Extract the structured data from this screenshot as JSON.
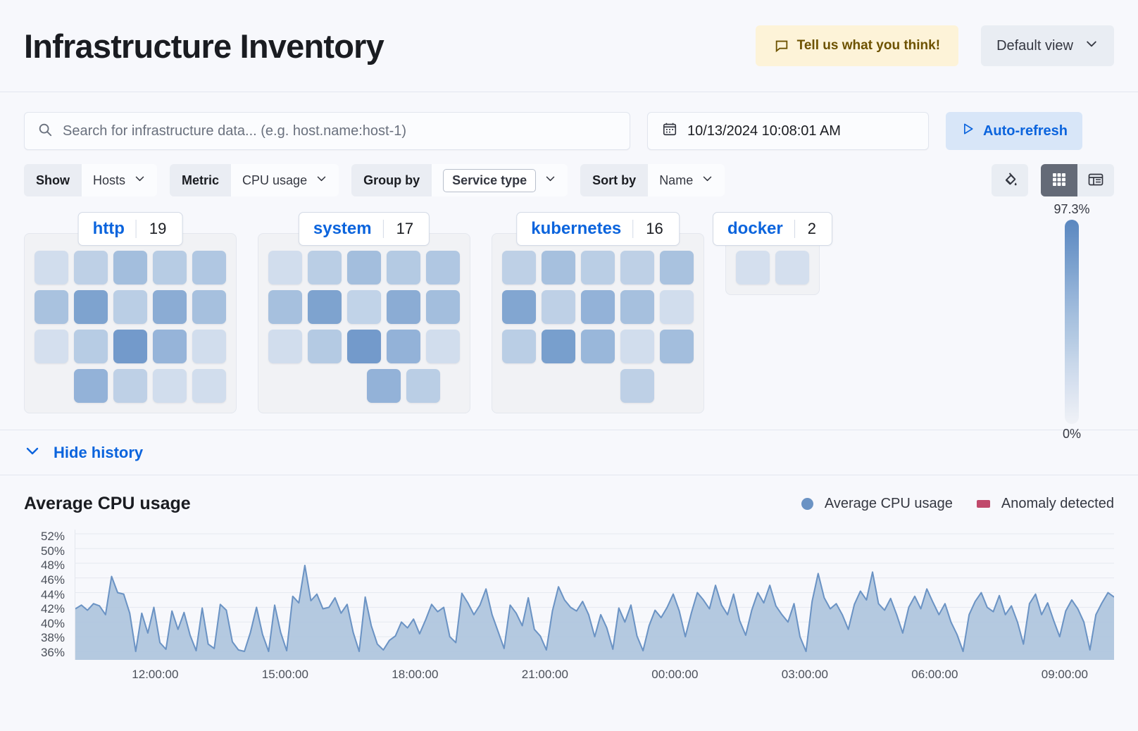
{
  "header": {
    "title": "Infrastructure Inventory",
    "feedback_label": "Tell us what you think!",
    "feedback_icon": "comment-icon",
    "view_label": "Default view",
    "view_icon": "chevron-down-icon"
  },
  "search": {
    "placeholder": "Search for infrastructure data... (e.g. host.name:host-1)",
    "value": "",
    "icon": "search-icon"
  },
  "datepicker": {
    "value": "10/13/2024 10:08:01 AM",
    "icon": "calendar-icon"
  },
  "autorefresh": {
    "label": "Auto-refresh",
    "icon": "play-icon"
  },
  "filters": [
    {
      "label": "Show",
      "value": "Hosts",
      "boxed": false
    },
    {
      "label": "Metric",
      "value": "CPU usage",
      "boxed": false
    },
    {
      "label": "Group by",
      "value": "Service type",
      "boxed": true
    },
    {
      "label": "Sort by",
      "value": "Name",
      "boxed": false
    }
  ],
  "toolbar": {
    "palette_icon": "color-fill-icon",
    "grid_view_icon": "grid-view-icon",
    "table_view_icon": "table-view-icon",
    "active_view": "grid"
  },
  "legend_scale": {
    "max": "97.3%",
    "min": "0%"
  },
  "history": {
    "toggle_label": "Hide history",
    "toggle_icon": "chevron-down-icon"
  },
  "heatmap": {
    "groups": [
      {
        "name": "http",
        "count": "19",
        "rows": [
          [
            0.22,
            0.36,
            0.52,
            0.4,
            0.44
          ],
          [
            0.48,
            0.72,
            0.38,
            0.66,
            0.5
          ],
          [
            0.2,
            0.4,
            0.8,
            0.6,
            0.22
          ],
          [
            0.62,
            0.36,
            0.22,
            0.22
          ]
        ],
        "row_offsets": [
          0,
          0,
          0,
          1
        ]
      },
      {
        "name": "system",
        "count": "17",
        "rows": [
          [
            0.22,
            0.38,
            0.52,
            0.42,
            0.44
          ],
          [
            0.5,
            0.72,
            0.34,
            0.66,
            0.52
          ],
          [
            0.22,
            0.42,
            0.8,
            0.62,
            0.22
          ],
          [
            0.62,
            0.38
          ]
        ],
        "row_offsets": [
          0,
          0,
          0,
          2
        ]
      },
      {
        "name": "kubernetes",
        "count": "16",
        "rows": [
          [
            0.36,
            0.5,
            0.38,
            0.36,
            0.48
          ],
          [
            0.7,
            0.36,
            0.62,
            0.5,
            0.22
          ],
          [
            0.38,
            0.76,
            0.58,
            0.22,
            0.52
          ],
          [
            0.36
          ]
        ],
        "row_offsets": [
          0,
          0,
          0,
          2
        ]
      },
      {
        "name": "docker",
        "count": "2",
        "rows": [
          [
            0.2,
            0.2
          ]
        ],
        "row_offsets": [
          0
        ]
      }
    ]
  },
  "chart_data": {
    "type": "area",
    "title": "Average CPU usage",
    "xlabel": "",
    "ylabel": "",
    "grid": true,
    "legend_position": "top-right",
    "legend": [
      {
        "name": "Average CPU usage",
        "color": "#6b93c4",
        "marker": "circle"
      },
      {
        "name": "Anomaly detected",
        "color": "#c0496b",
        "marker": "square"
      }
    ],
    "yticks": [
      "52%",
      "50%",
      "48%",
      "46%",
      "44%",
      "42%",
      "40%",
      "38%",
      "36%"
    ],
    "ylim": [
      35,
      53
    ],
    "xticks": [
      "12:00:00",
      "15:00:00",
      "18:00:00",
      "21:00:00",
      "00:00:00",
      "03:00:00",
      "06:00:00",
      "09:00:00"
    ],
    "series": [
      {
        "name": "Average CPU usage",
        "color": "#6b93c4",
        "fill": "#aec4dd",
        "values": [
          41.8,
          42.3,
          41.6,
          42.5,
          42.2,
          41.0,
          46.2,
          44.0,
          43.8,
          41.2,
          36.0,
          41.2,
          38.5,
          42.0,
          37.2,
          36.3,
          41.5,
          39.0,
          41.3,
          38.2,
          36.1,
          41.9,
          37.0,
          36.4,
          42.4,
          41.6,
          37.3,
          36.2,
          36.0,
          38.6,
          42.0,
          38.3,
          36.0,
          42.3,
          38.6,
          36.1,
          43.5,
          42.6,
          47.7,
          42.9,
          43.8,
          41.8,
          42.0,
          43.3,
          41.2,
          42.4,
          38.6,
          36.0,
          43.4,
          39.5,
          37.0,
          36.2,
          37.5,
          38.1,
          40.0,
          39.2,
          40.4,
          38.4,
          40.3,
          42.4,
          41.4,
          42.0,
          38.0,
          37.2,
          43.9,
          42.6,
          41.0,
          42.3,
          44.5,
          41.0,
          38.7,
          36.4,
          42.3,
          41.2,
          39.5,
          43.3,
          39.0,
          38.1,
          36.2,
          41.5,
          44.8,
          43.0,
          42.0,
          41.5,
          42.8,
          41.0,
          38.0,
          41.0,
          39.2,
          36.3,
          41.9,
          40.0,
          42.3,
          38.1,
          36.1,
          39.5,
          41.6,
          40.6,
          42.0,
          43.8,
          41.5,
          38.0,
          41.2,
          44.0,
          43.0,
          41.8,
          45.0,
          42.3,
          41.0,
          43.8,
          40.2,
          38.2,
          41.6,
          44.0,
          42.6,
          45.0,
          42.2,
          41.0,
          40.0,
          42.5,
          38.0,
          36.0,
          42.8,
          46.6,
          43.3,
          41.8,
          42.5,
          41.0,
          39.0,
          42.4,
          44.2,
          43.0,
          46.8,
          42.5,
          41.6,
          43.2,
          41.0,
          38.5,
          42.0,
          43.5,
          41.8,
          44.5,
          42.7,
          41.0,
          42.5,
          40.0,
          38.3,
          36.0,
          41.0,
          42.8,
          44.0,
          42.0,
          41.4,
          43.6,
          41.0,
          42.2,
          40.0,
          37.0,
          42.5,
          43.8,
          41.0,
          42.6,
          40.2,
          38.0,
          41.5,
          43.0,
          41.8,
          40.0,
          36.2,
          41.0,
          42.6,
          44.0,
          43.4
        ]
      }
    ]
  }
}
